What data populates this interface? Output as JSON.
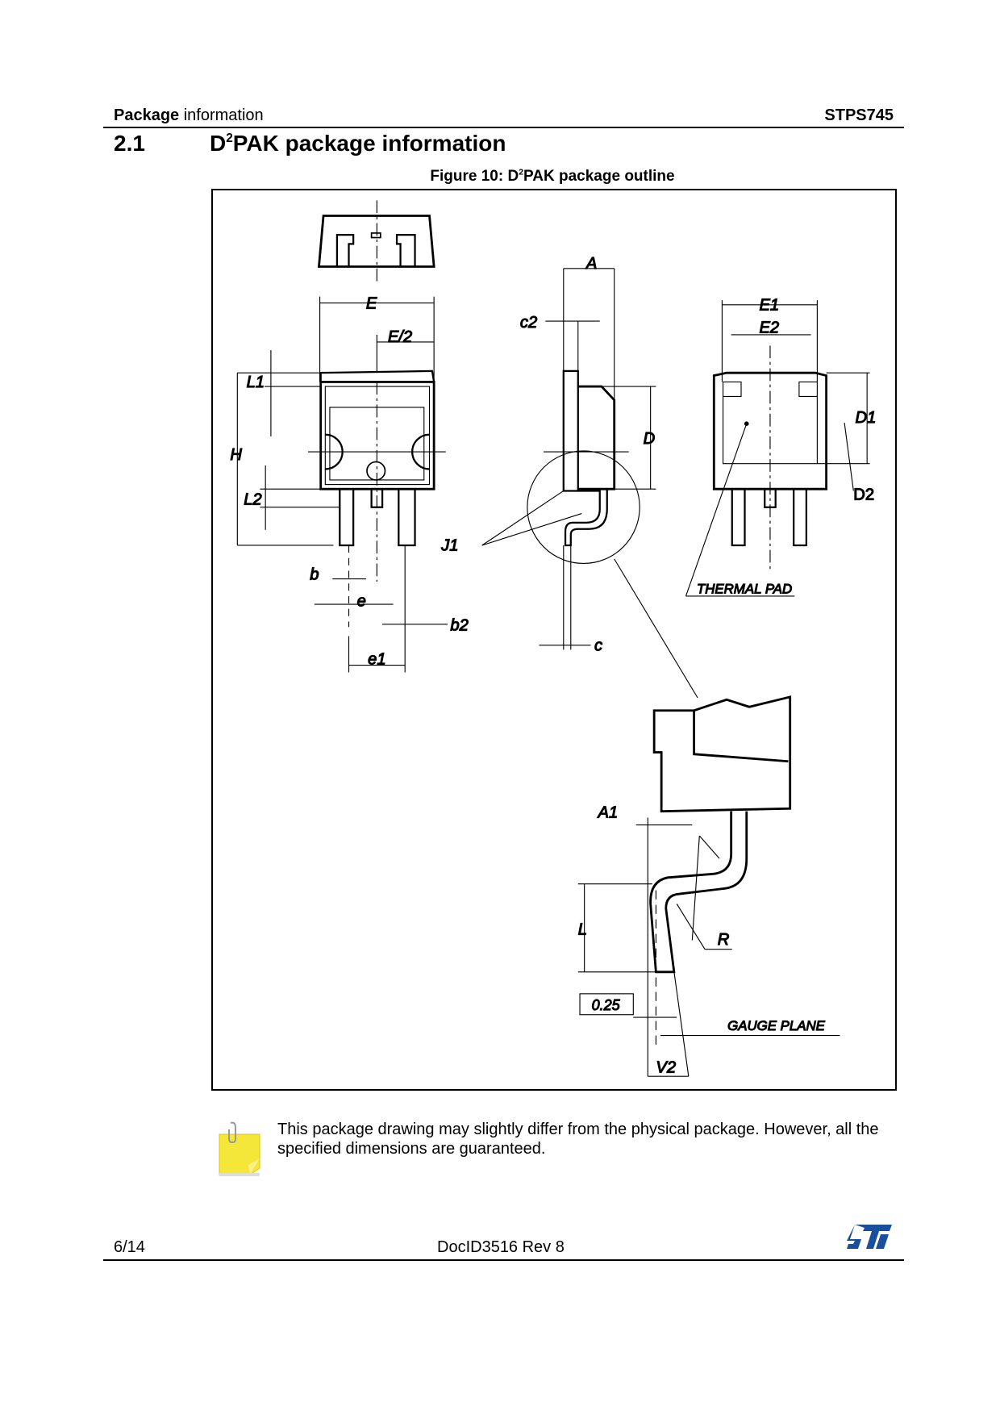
{
  "header": {
    "section_bold": "Package",
    "section_rest": " information",
    "part_number": "STPS745"
  },
  "section": {
    "number": "2.1",
    "title_prefix": "D",
    "title_sup": "2",
    "title_rest": "PAK package information"
  },
  "figure": {
    "caption_prefix": "Figure 10: D",
    "caption_sup": "2",
    "caption_rest": "PAK package outline",
    "labels": {
      "A": "A",
      "E": "E",
      "E_half": "E/2",
      "c2": "c2",
      "E1": "E1",
      "E2": "E2",
      "L1": "L1",
      "H": "H",
      "D": "D",
      "D1": "D1",
      "D2": "D2",
      "L2": "L2",
      "J1": "J1",
      "b": "b",
      "e": "e",
      "b2": "b2",
      "c": "c",
      "e1": "e1",
      "thermal_pad": "THERMAL  PAD",
      "A1": "A1",
      "L": "L",
      "R": "R",
      "gauge_value": "0.25",
      "gauge_plane": "GAUGE  PLANE",
      "V2": "V2"
    }
  },
  "note": {
    "text": "This package drawing may slightly differ from the physical package. However, all the specified dimensions are guaranteed."
  },
  "footer": {
    "page": "6/14",
    "doc_id": "DocID3516 Rev 8",
    "logo_text": "ST"
  },
  "colors": {
    "logo_blue": "#1a4f9c",
    "note_yellow": "#f5e63a"
  }
}
